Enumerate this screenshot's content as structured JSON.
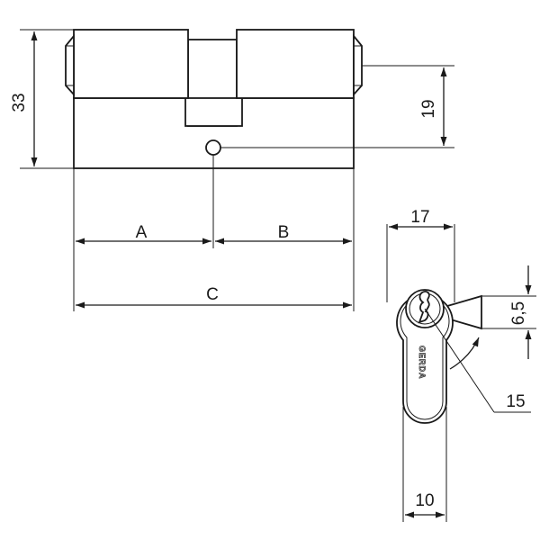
{
  "dimensions": {
    "height_total": "33",
    "cam_offset": "19",
    "length_a": "A",
    "length_b": "B",
    "length_c": "C",
    "profile_width": "17",
    "cam_thickness": "6,5",
    "cam_radius": "15",
    "body_width": "10"
  },
  "logo": {
    "text": "GERDA"
  },
  "colors": {
    "line": "#1a1a1a",
    "background": "#ffffff"
  }
}
